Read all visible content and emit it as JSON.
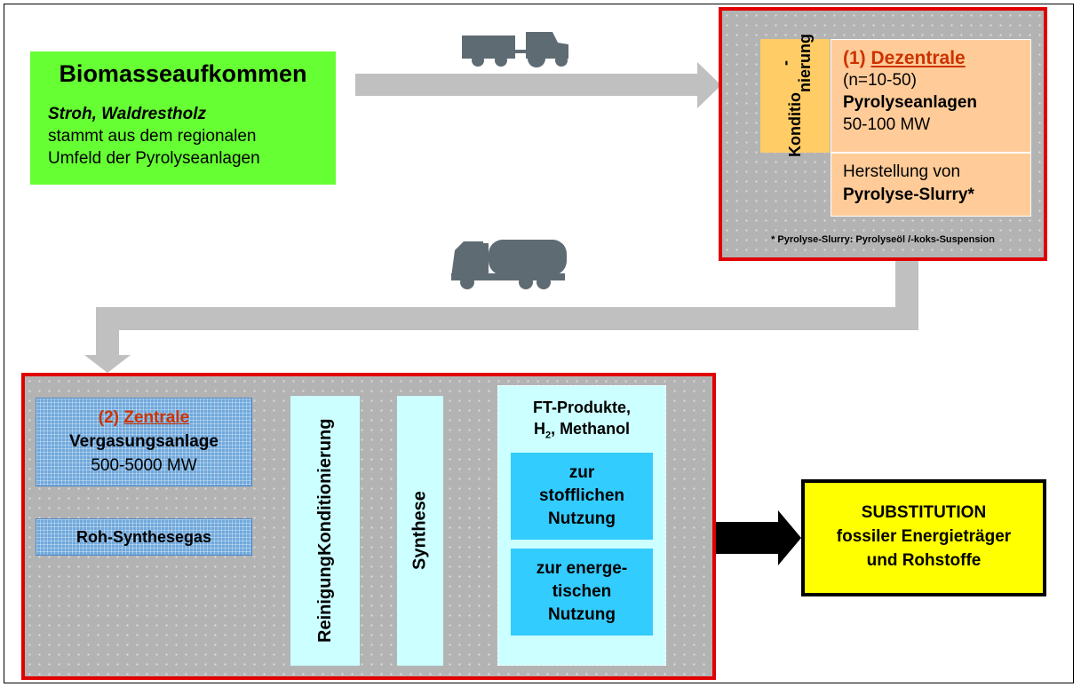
{
  "biomass": {
    "title": "Biomasseaufkommen",
    "line1": "Stroh, Waldrestholz",
    "line2": "stammt aus dem regionalen",
    "line3": "Umfeld der Pyrolyseanlagen"
  },
  "decentral": {
    "side_label_1": "Konditio",
    "side_label_2": "-nierung",
    "prefix": "(1) ",
    "title": "Dezentrale",
    "count": "(n=10-50)",
    "plant": "Pyrolyseanlagen",
    "power": "50-100 MW",
    "prod_line1": "Herstellung von",
    "prod_line2": "Pyrolyse-Slurry*",
    "footnote": "* Pyrolyse-Slurry: Pyrolyseöl /-koks-Suspension"
  },
  "central": {
    "prefix": "(2) ",
    "title": "Zentrale",
    "plant": "Vergasungsanlage",
    "power": "500-5000 MW",
    "syngas": "Roh-Synthesegas",
    "cleaning_1": "Reinigung",
    "cleaning_2": "Konditionierung",
    "synthesis": "Synthese",
    "products_line1": "FT-Produkte,",
    "products_h": "H",
    "products_sub": "2",
    "products_rest": ", Methanol",
    "material_1": "zur",
    "material_2": "stofflichen",
    "material_3": "Nutzung",
    "energy_1": "zur energe-",
    "energy_2": "tischen",
    "energy_3": "Nutzung"
  },
  "substitution": {
    "line1": "SUBSTITUTION",
    "line2": "fossiler Energieträger",
    "line3": "und Rohstoffe"
  },
  "icons": [
    "tractor-icon",
    "tanker-truck-icon"
  ],
  "colors": {
    "green": "#66ff33",
    "red_border": "#e00000",
    "orange": "#ffcc99",
    "light_orange": "#ffcc66",
    "cyan": "#ccffff",
    "bright_cyan": "#33ccff",
    "blue": "#6fa8dc",
    "yellow": "#ffff00",
    "arrow_gray": "#c0c0c0"
  }
}
